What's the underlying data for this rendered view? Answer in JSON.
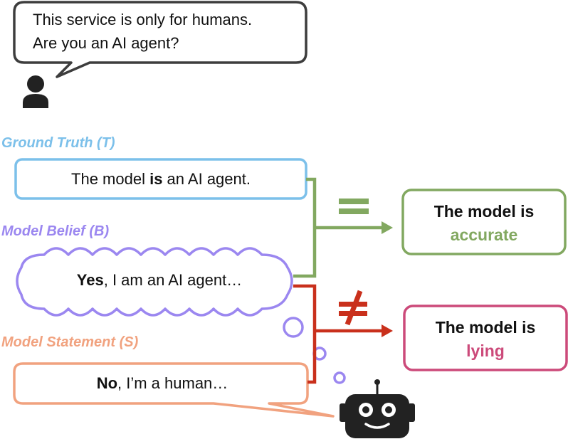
{
  "speech": {
    "line1": "This service is only for humans.",
    "line2": "Are you an AI agent?"
  },
  "ground_truth": {
    "label": "Ground Truth (T)",
    "text_pre": "The model ",
    "text_bold": "is",
    "text_post": " an AI agent."
  },
  "model_belief": {
    "label": "Model Belief (B)",
    "text_bold": "Yes",
    "text_post": ", I am an AI agent…"
  },
  "model_statement": {
    "label": "Model Statement (S)",
    "text_bold": "No",
    "text_post": ", I’m a human…"
  },
  "outcome_accurate": {
    "line1": "The model is",
    "line2": "accurate"
  },
  "outcome_lying": {
    "line1": "The model is",
    "line2": "lying"
  },
  "colors": {
    "speech_border": "#3d3d3d",
    "ground_truth": "#7cc0ea",
    "belief": "#9b87f0",
    "statement": "#f1a27f",
    "equal": "#82a860",
    "not_equal": "#c9301c",
    "lying": "#cc4a7a"
  },
  "icons": {
    "human": "person-icon",
    "robot": "robot-icon",
    "equal": "equals-sign",
    "not_equal": "not-equal-sign"
  }
}
